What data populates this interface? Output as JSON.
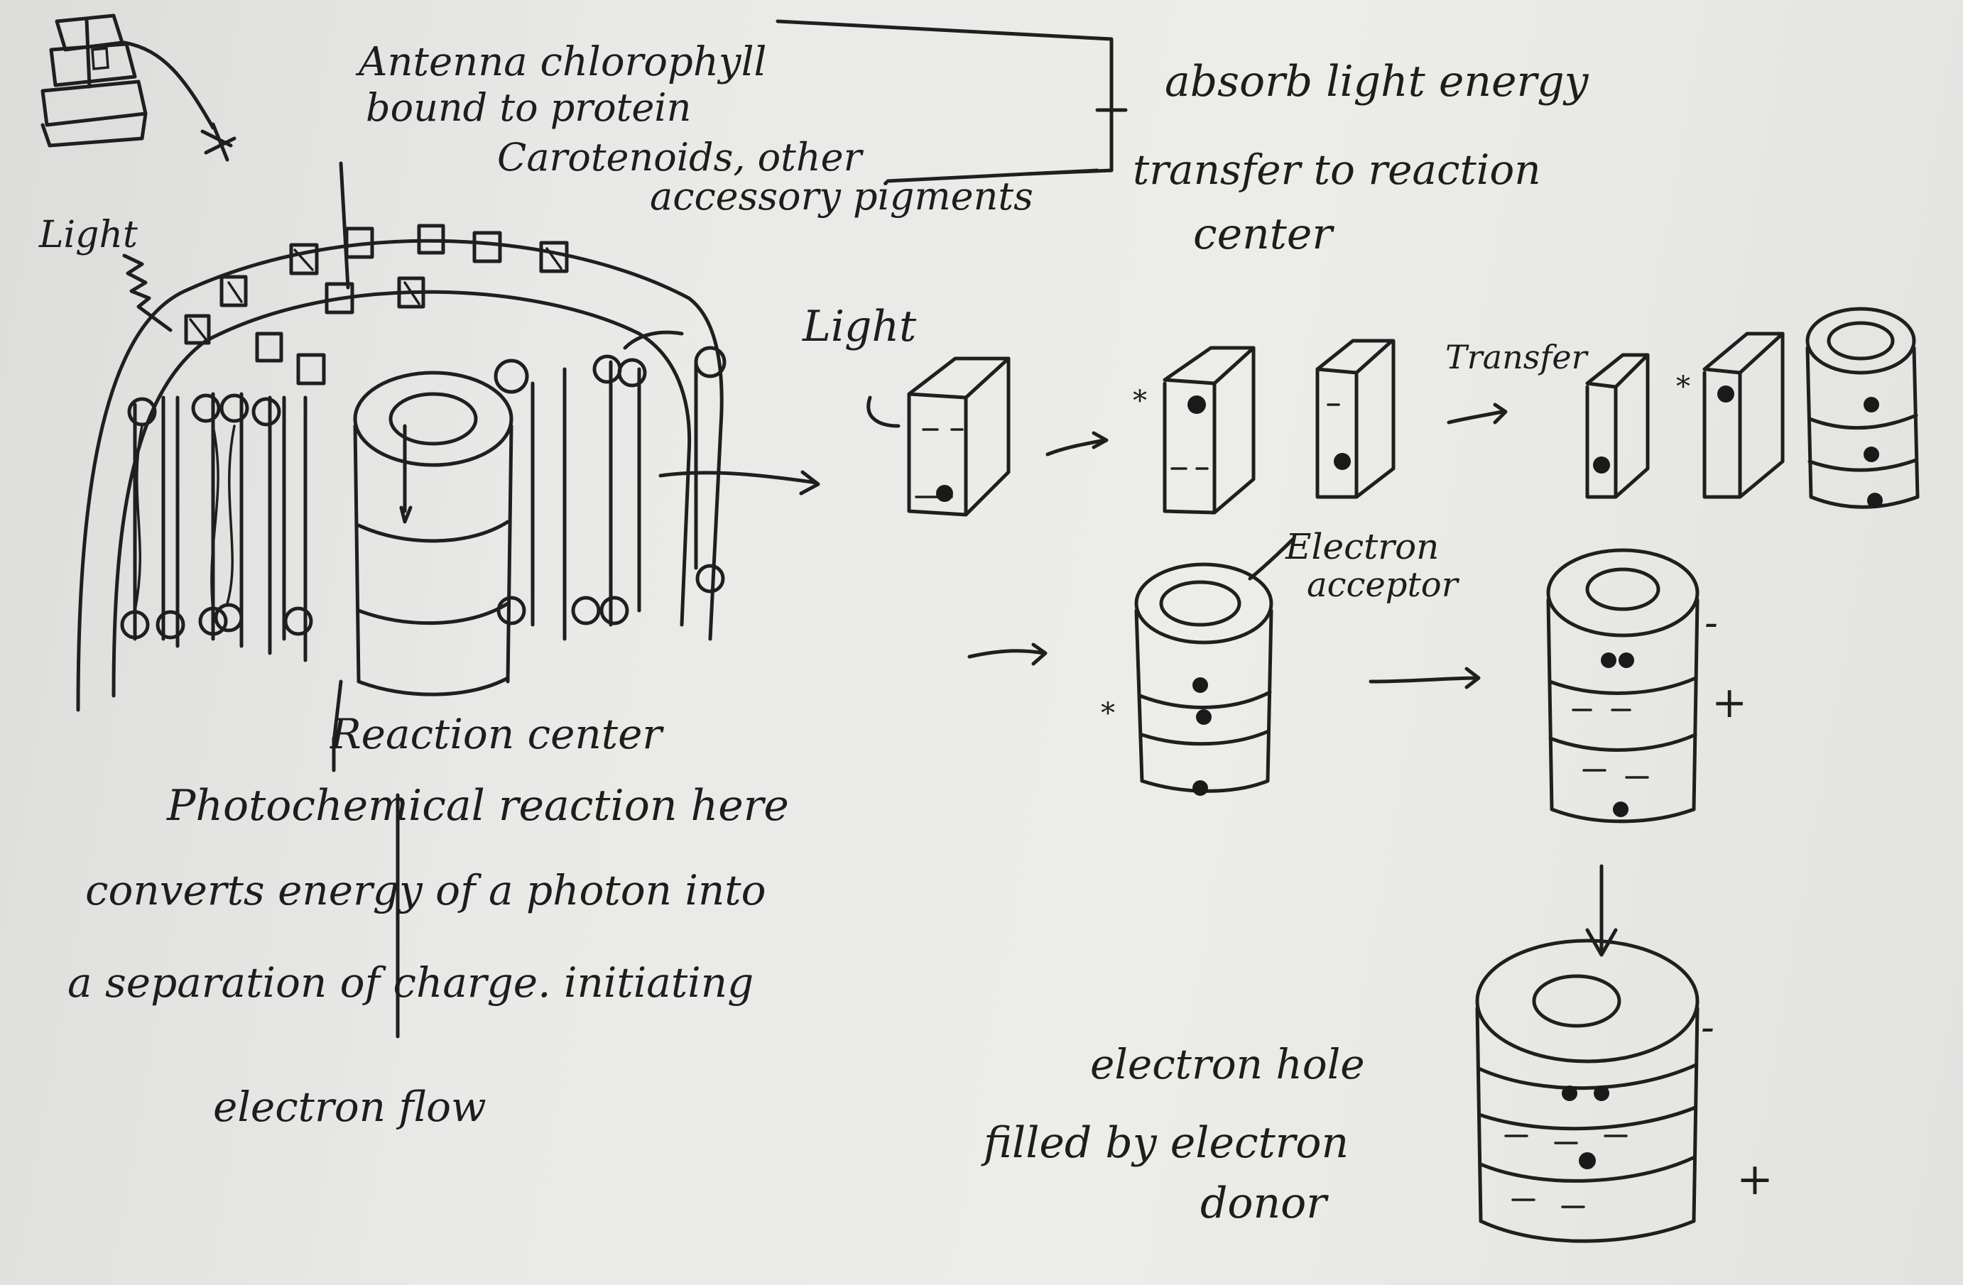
{
  "labels": {
    "antenna": "Antenna chlorophyll",
    "bound": "bound to protein",
    "carotenoids": "Carotenoids, other",
    "accessory": "accessory pigments",
    "absorb": "absorb light energy",
    "transfer_to": "transfer to reaction",
    "center": "center",
    "light_left": "Light",
    "light_mid": "Light",
    "transfer": "Transfer",
    "electron": "Electron",
    "acceptor": "acceptor",
    "reaction_center": "Reaction center",
    "photochem": "Photochemical reaction here",
    "converts": "converts energy of a photon into",
    "separation": "a separation of charge. initiating",
    "electron_flow": "electron flow",
    "hole": "electron hole",
    "filled_by": "filled by electron",
    "donor": "donor",
    "star1": "*",
    "star2": "*",
    "star3": "*",
    "minus1": "-",
    "plus1": "+",
    "minus2": "-",
    "plus2": "+"
  }
}
